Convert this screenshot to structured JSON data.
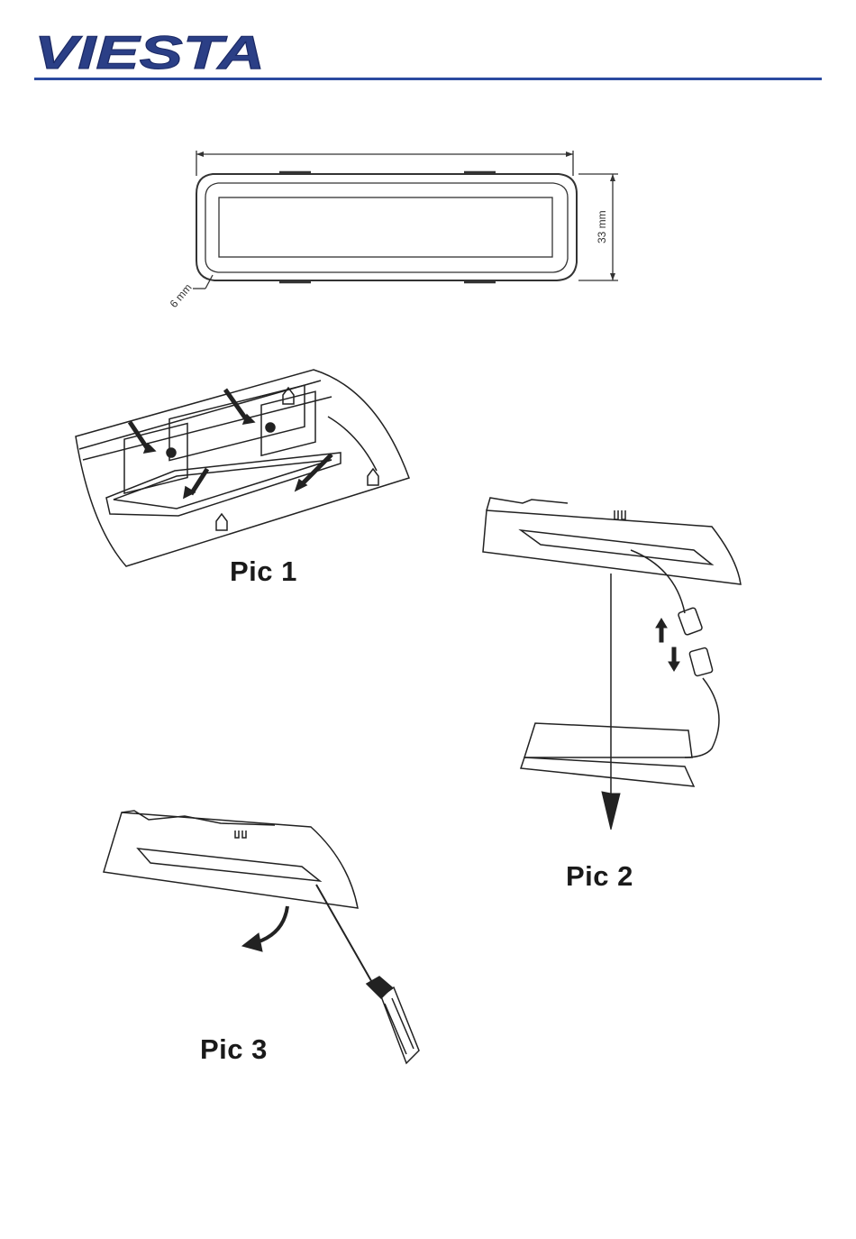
{
  "header": {
    "logo_text": "VIESTA",
    "brand_color": "#2b3f86",
    "rule_color": "#2b4ba0"
  },
  "dimension_drawing": {
    "height_label": "33 mm",
    "corner_label": "6 mm"
  },
  "figures": [
    {
      "label": "Pic 1",
      "icon": "lamp-housing-clips-illustration"
    },
    {
      "label": "Pic 2",
      "icon": "lamp-connector-removal-illustration"
    },
    {
      "label": "Pic 3",
      "icon": "screwdriver-pry-illustration"
    }
  ]
}
